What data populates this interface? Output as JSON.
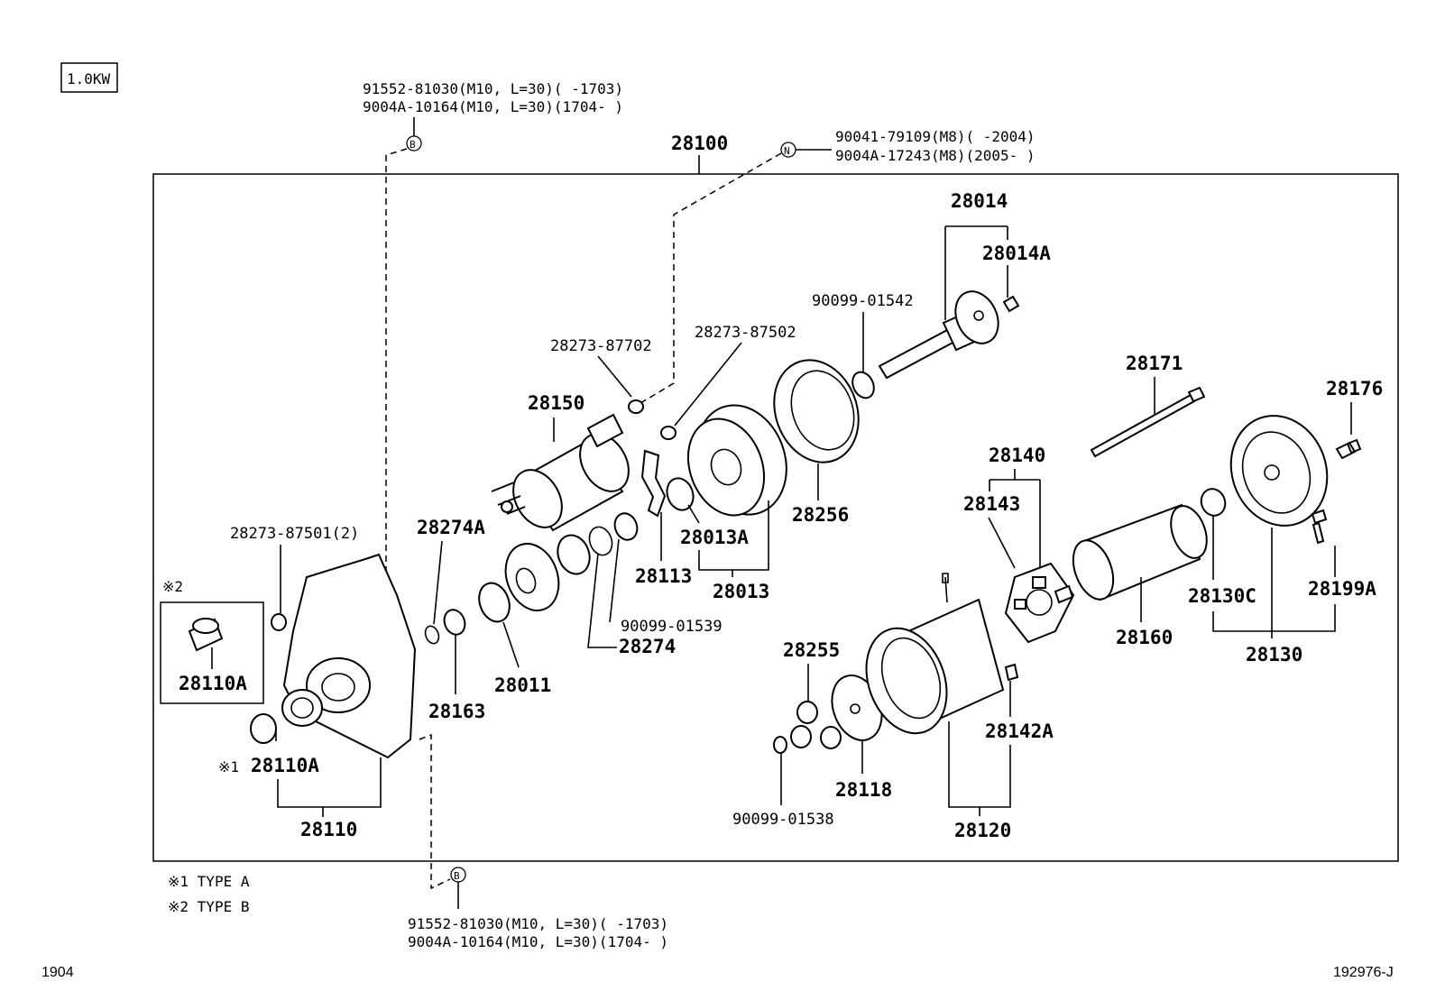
{
  "header": {
    "badge": "1.0KW",
    "footer_left": "1904",
    "footer_right": "192976-J"
  },
  "notes": {
    "b_top_line1": "91552-81030(M10, L=30)(      -1703)",
    "b_top_line2": "9004A-10164(M10, L=30)(1704-      )",
    "b_bottom_line1": "91552-81030(M10, L=30)(      -1703)",
    "b_bottom_line2": "9004A-10164(M10, L=30)(1704-      )",
    "n_line1": "90041-79109(M8)(      -2004)",
    "n_line2": "9004A-17243(M8)(2005-      )",
    "marker_b": "B",
    "marker_n": "N",
    "legend1": "※1 TYPE A",
    "legend2": "※2 TYPE B",
    "mark1": "※1",
    "mark2": "※2"
  },
  "parts": {
    "p28100": "28100",
    "p28014": "28014",
    "p28014A": "28014A",
    "p90099_01542": "90099-01542",
    "p28171": "28171",
    "p28176": "28176",
    "p28273_87702": "28273-87702",
    "p28273_87502": "28273-87502",
    "p28150": "28150",
    "p28256": "28256",
    "p28140": "28140",
    "p28143": "28143",
    "p28273_87501": "28273-87501(2)",
    "p28274A": "28274A",
    "p28013A": "28013A",
    "p28113": "28113",
    "p28013": "28013",
    "p90099_01539": "90099-01539",
    "p28274": "28274",
    "p28011": "28011",
    "p28163": "28163",
    "p28110A_box": "28110A",
    "p28110A": "28110A",
    "p28110": "28110",
    "p28255": "28255",
    "p28118": "28118",
    "p90099_01538": "90099-01538",
    "p28142A": "28142A",
    "p28120": "28120",
    "p28160": "28160",
    "p28130C": "28130C",
    "p28130": "28130",
    "p28199A": "28199A"
  }
}
